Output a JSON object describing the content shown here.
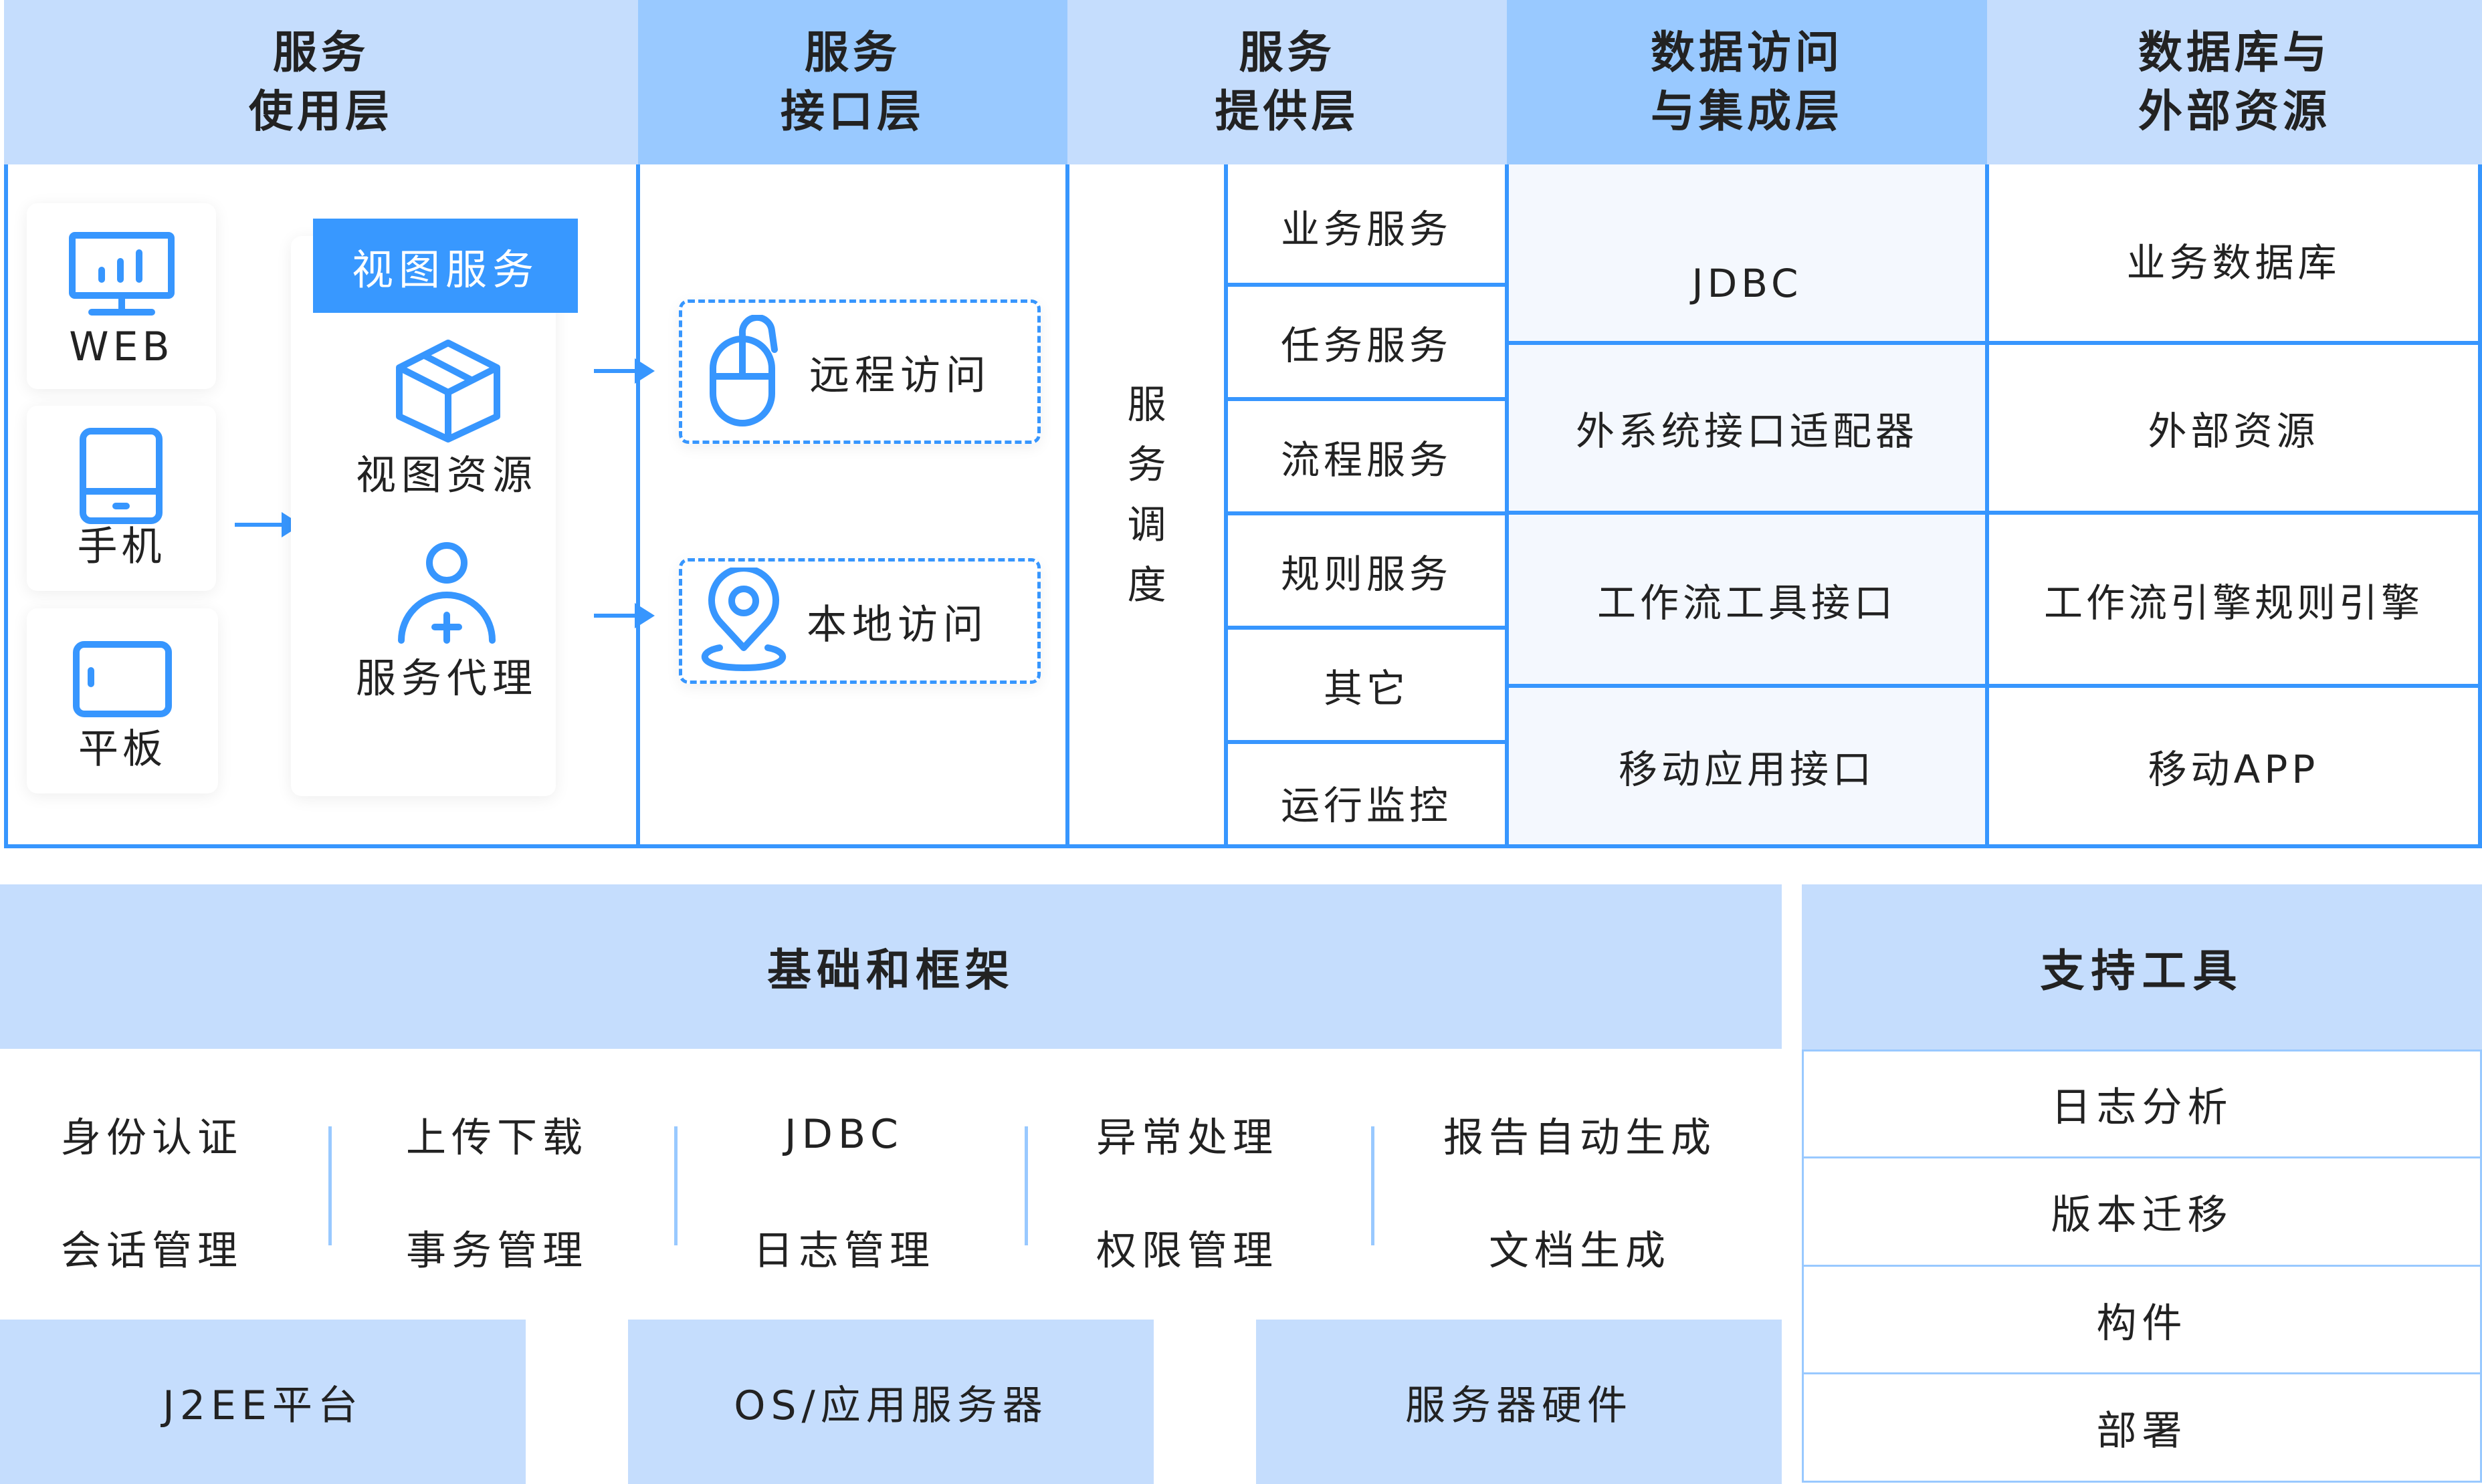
{
  "colors": {
    "accent": "#3796FE",
    "header_light": "#C5DDFD",
    "header_dark": "#99C9FF",
    "tag_blue": "#3898FF",
    "data_col_bg": "#F4F8FE",
    "separator": "#99C9FF"
  },
  "columns": [
    {
      "line1": "服务",
      "line2": "使用层"
    },
    {
      "line1": "服务",
      "line2": "接口层"
    },
    {
      "line1": "服务",
      "line2": "提供层"
    },
    {
      "line1": "数据访问",
      "line2": "与集成层"
    },
    {
      "line1": "数据库与",
      "line2": "外部资源"
    }
  ],
  "usage_layer": {
    "devices": [
      {
        "label": "WEB",
        "icon": "monitor-chart-icon"
      },
      {
        "label": "手机",
        "icon": "phone-icon"
      },
      {
        "label": "平板",
        "icon": "tablet-icon"
      }
    ],
    "view_service": {
      "tag": "视图服务",
      "items": [
        {
          "label": "视图资源",
          "icon": "box-icon"
        },
        {
          "label": "服务代理",
          "icon": "user-add-icon"
        }
      ]
    }
  },
  "interface_layer": {
    "items": [
      {
        "label": "远程访问",
        "icon": "mouse-icon"
      },
      {
        "label": "本地访问",
        "icon": "location-pin-icon"
      }
    ]
  },
  "provide_layer": {
    "scheduler": [
      "服",
      "务",
      "调",
      "度"
    ],
    "services": [
      "业务服务",
      "任务服务",
      "流程服务",
      "规则服务",
      "其它",
      "运行监控"
    ]
  },
  "data_layer": {
    "items": [
      "JDBC",
      "外系统接口适配器",
      "工作流工具接口",
      "移动应用接口"
    ]
  },
  "resource_layer": {
    "items": [
      "业务数据库",
      "外部资源",
      "工作流引擎规则引擎",
      "移动APP"
    ]
  },
  "foundation": {
    "title": "基础和框架",
    "groups": [
      [
        "身份认证",
        "会话管理"
      ],
      [
        "上传下载",
        "事务管理"
      ],
      [
        "JDBC",
        "日志管理"
      ],
      [
        "异常处理",
        "权限管理"
      ],
      [
        "报告自动生成",
        "文档生成"
      ]
    ],
    "platforms": [
      "J2EE平台",
      "OS/应用服务器",
      "服务器硬件"
    ]
  },
  "tools": {
    "title": "支持工具",
    "items": [
      "日志分析",
      "版本迁移",
      "构件",
      "部署"
    ]
  }
}
